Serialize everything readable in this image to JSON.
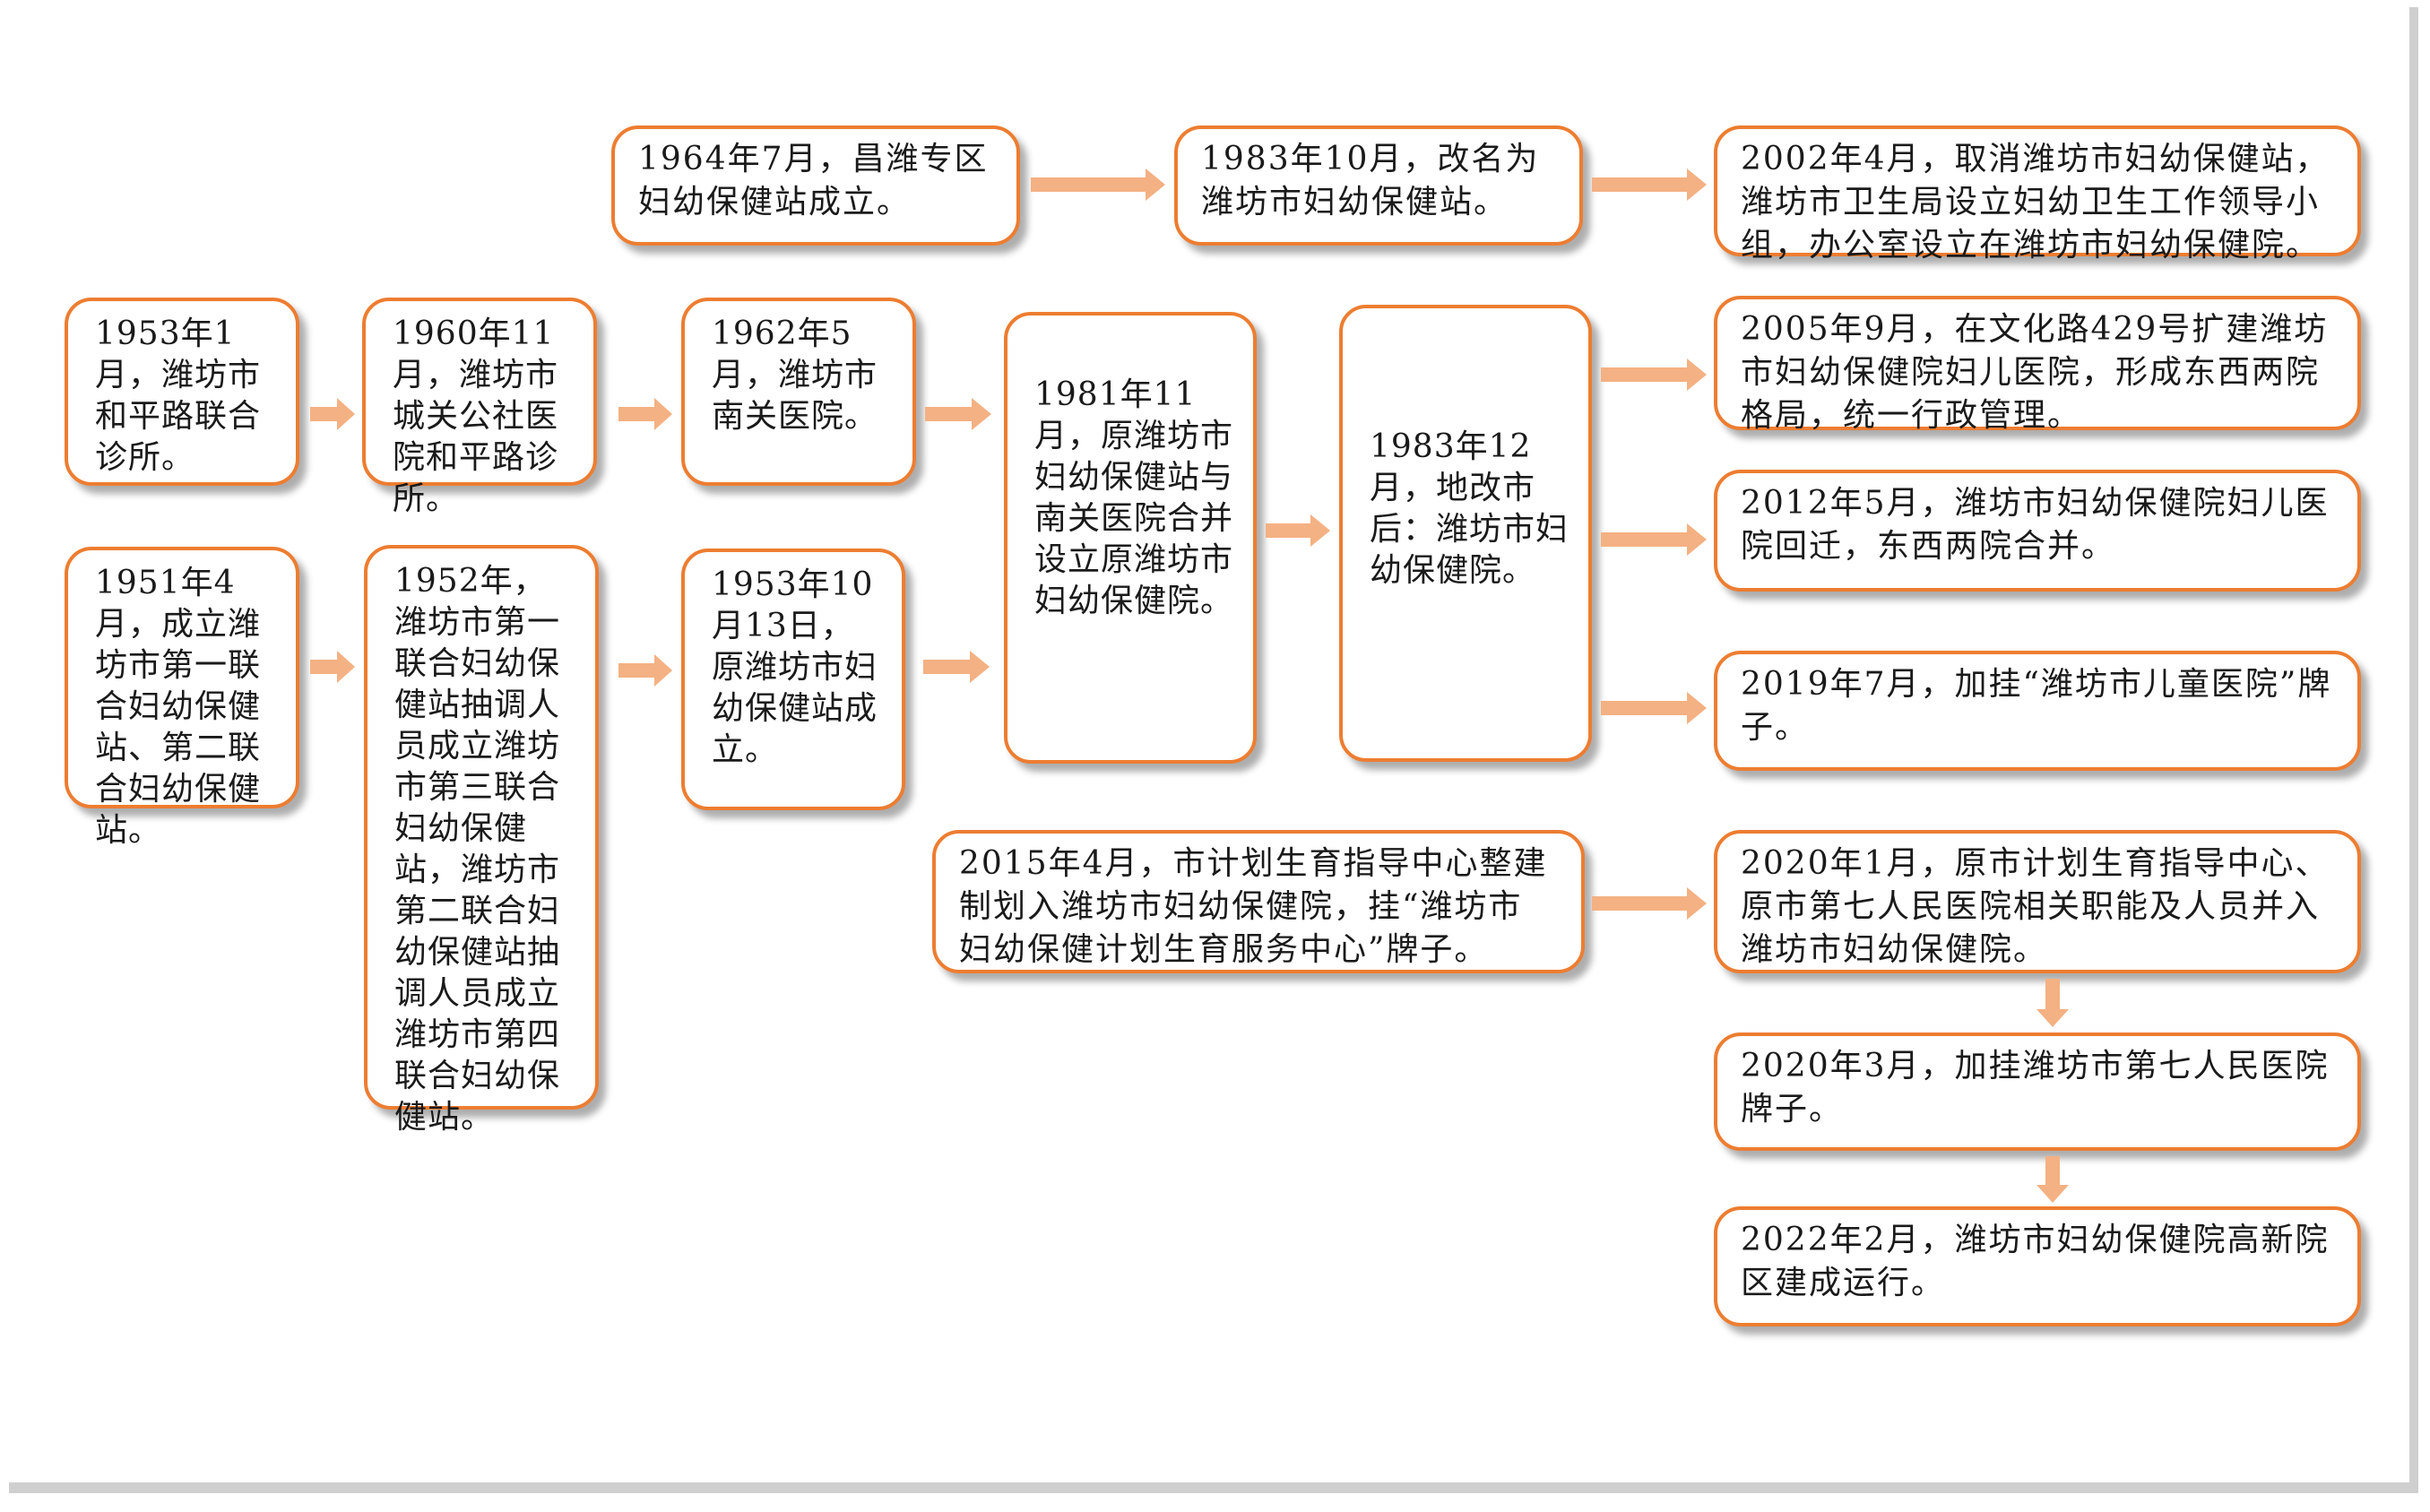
{
  "boxes": {
    "b1964": "1964年7月，昌潍专区妇幼保健站成立。",
    "b1983_10": "1983年10月，改名为潍坊市妇幼保健站。",
    "b2002": "2002年4月，取消潍坊市妇幼保健站，潍坊市卫生局设立妇幼卫生工作领导小组，办公室设立在潍坊市妇幼保健院。",
    "b1953_1": "1953年1月，潍坊市和平路联合诊所。",
    "b1960": "1960年11月，潍坊市城关公社医院和平路诊所。",
    "b1962": "1962年5月，潍坊市南关医院。",
    "b1981": "1981年11月，原潍坊市妇幼保健站与南关医院合并设立原潍坊市妇幼保健院。",
    "b1983_12": "1983年12月，地改市后：潍坊市妇幼保健院。",
    "b2005": "2005年9月，在文化路429号扩建潍坊市妇幼保健院妇儿医院，形成东西两院格局，统一行政管理。",
    "b2012": "2012年5月，潍坊市妇幼保健院妇儿医院回迁，东西两院合并。",
    "b2019": "2019年7月，加挂“潍坊市儿童医院”牌子。",
    "b1951": "1951年4月，成立潍坊市第一联合妇幼保健站、第二联合妇幼保健站。",
    "b1952": "1952年，潍坊市第一联合妇幼保健站抽调人员成立潍坊市第三联合妇幼保健站，潍坊市第二联合妇幼保健站抽调人员成立潍坊市第四联合妇幼保健站。",
    "b1953_10": "1953年10月13日，原潍坊市妇幼保健站成立。",
    "b2015": "2015年4月，市计划生育指导中心整建制划入潍坊市妇幼保健院，挂“潍坊市妇幼保健计划生育服务中心”牌子。",
    "b2020_1": "2020年1月，原市计划生育指导中心、原市第七人民医院相关职能及人员并入潍坊市妇幼保健院。",
    "b2020_3": "2020年3月，加挂潍坊市第七人民医院牌子。",
    "b2022": "2022年2月，潍坊市妇幼保健院高新院区建成运行。"
  },
  "colors": {
    "box_border": "#ed7d31",
    "arrow": "#f4b183",
    "text": "#1a1a1a"
  }
}
